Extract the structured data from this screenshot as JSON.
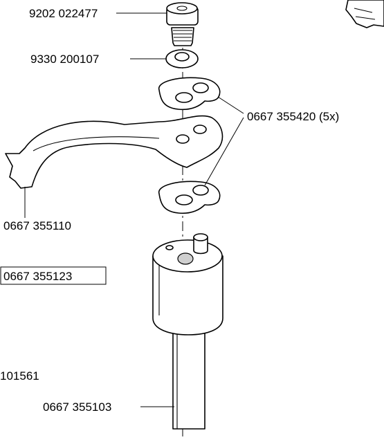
{
  "labels": {
    "screw": "9202 022477",
    "washer": "9330 200107",
    "shim": "0667 355420 (5x)",
    "lever": "0667 355110",
    "boxed_part": "0667 355123",
    "partial_code": "101561",
    "shaft": "0667 355103"
  }
}
